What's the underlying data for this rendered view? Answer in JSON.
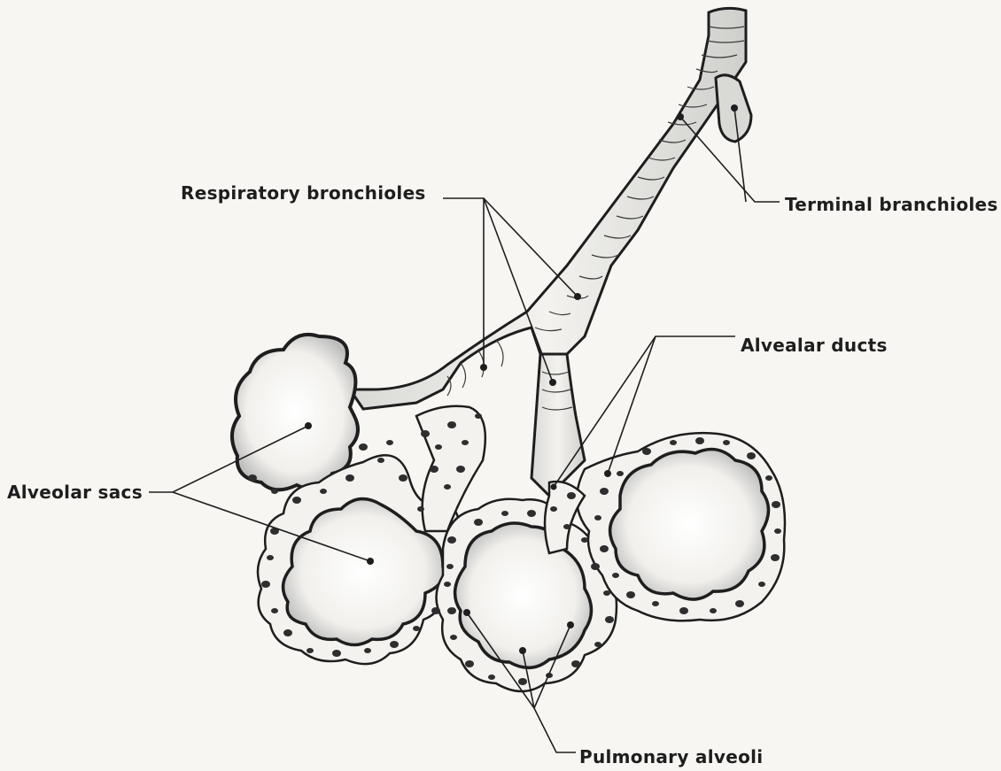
{
  "labels": {
    "respiratory_bronchioles": "Respiratory bronchioles",
    "terminal_bronchioles": "Terminal branchioles",
    "alveolar_ducts": "Alvealar ducts",
    "alveolar_sacs": "Alveolar sacs",
    "pulmonary_alveoli": "Pulmonary alveoli"
  },
  "colors": {
    "paper": "#f7f6f2",
    "ink": "#1e1e1e",
    "shade": "#9a9a9a"
  }
}
